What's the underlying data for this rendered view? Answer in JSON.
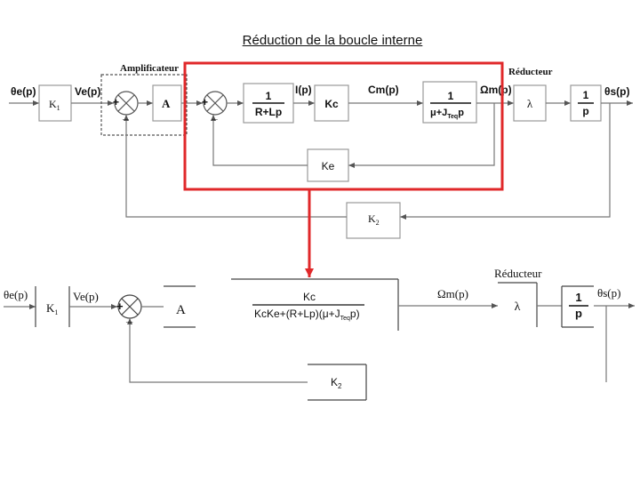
{
  "title": "Réduction de la boucle interne",
  "colors": {
    "highlight": "#e0282a",
    "line": "#777777",
    "box": "#999999",
    "text": "#111111"
  },
  "top_diagram": {
    "input": "θe(p)",
    "k1": "K",
    "k1_sub": "1",
    "ve": "Ve(p)",
    "amplifier_label": "Amplificateur",
    "plus": "+",
    "minus": "_",
    "gain_a": "A",
    "tf_num": "1",
    "tf_den": "R+Lp",
    "current": "I(p)",
    "kc": "Kc",
    "cm": "Cm(p)",
    "mech_num": "1",
    "mech_den_a": "μ+J",
    "mech_den_sub": "Teq",
    "mech_den_b": "p",
    "omega": "Ωm(p)",
    "reducer_label": "Réducteur",
    "lambda": "λ",
    "int_num": "1",
    "int_den": "p",
    "output": "θs(p)",
    "ke": "Ke",
    "k2": "K",
    "k2_sub": "2"
  },
  "bottom_diagram": {
    "input": "θe(p)",
    "k1": "K",
    "k1_sub": "1",
    "ve": "Ve(p)",
    "plus": "+",
    "minus": "_",
    "gain_a": "A",
    "reduced_num": "Kc",
    "reduced_den_a": "KcKe+(R+Lp)(μ+J",
    "reduced_den_sub": "Teq",
    "reduced_den_b": "p)",
    "omega": "Ωm(p)",
    "reducer_label": "Réducteur",
    "lambda": "λ",
    "int_num": "1",
    "int_den": "p",
    "output": "θs(p)",
    "k2": "K",
    "k2_sub": "2"
  }
}
